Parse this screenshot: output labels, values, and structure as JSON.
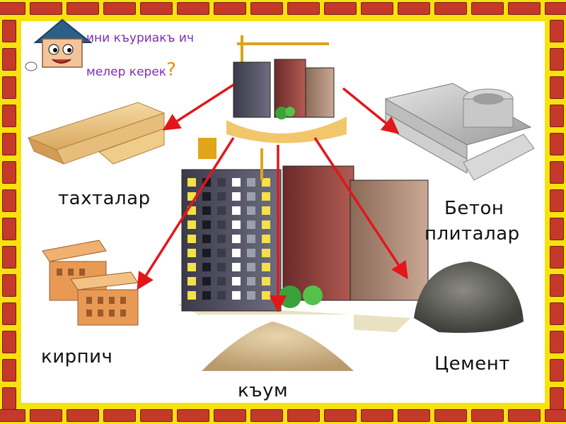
{
  "title": {
    "line1": "ини къуриакъ ич",
    "line2": "мелер керек",
    "question_mark": "?"
  },
  "labels": {
    "boards": "тахталар",
    "concrete_line1": "Бетон",
    "concrete_line2": "плиталар",
    "brick": "кирпич",
    "sand": "къум",
    "cement": "Цемент"
  },
  "colors": {
    "frame": "#f7e10f",
    "brick": "#c4392a",
    "arrow": "#e3161a",
    "title_text": "#7b2fb0",
    "question_mark": "#f28a00"
  },
  "icons": [
    "cartoon-house-mascot-icon",
    "construction-site-icon",
    "wooden-boards-icon",
    "concrete-slabs-icon",
    "brick-icon",
    "sand-pile-icon",
    "cement-pile-icon",
    "high-rise-buildings-icon"
  ]
}
